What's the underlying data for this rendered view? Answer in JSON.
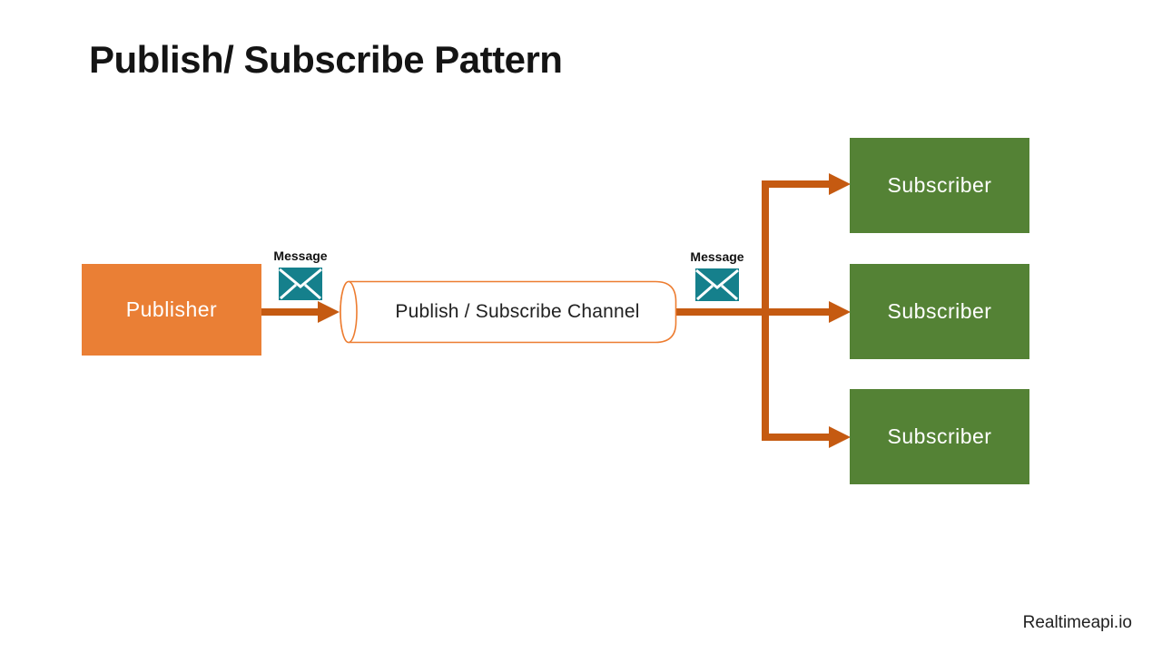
{
  "title": "Publish/ Subscribe Pattern",
  "colors": {
    "background": "#FFFFFF",
    "title_text": "#141414",
    "publisher": "#EA7F35",
    "subscriber": "#548235",
    "connector": "#C55A11",
    "channel_stroke": "#ED7D31",
    "channel_fill": "#FFFFFF",
    "channel_text": "#212121",
    "envelope": "#15808C",
    "envelope_lines": "#FFFFFF",
    "box_text": "#FFFFFF",
    "label_text": "#111111",
    "footer_text": "#222222"
  },
  "publisher": {
    "label": "Publisher"
  },
  "channel": {
    "label": "Publish / Subscribe Channel"
  },
  "subscribers": [
    {
      "label": "Subscriber"
    },
    {
      "label": "Subscriber"
    },
    {
      "label": "Subscriber"
    }
  ],
  "messages": [
    {
      "label": "Message"
    },
    {
      "label": "Message"
    }
  ],
  "footer": {
    "brand": "Realtimeapi.io"
  }
}
